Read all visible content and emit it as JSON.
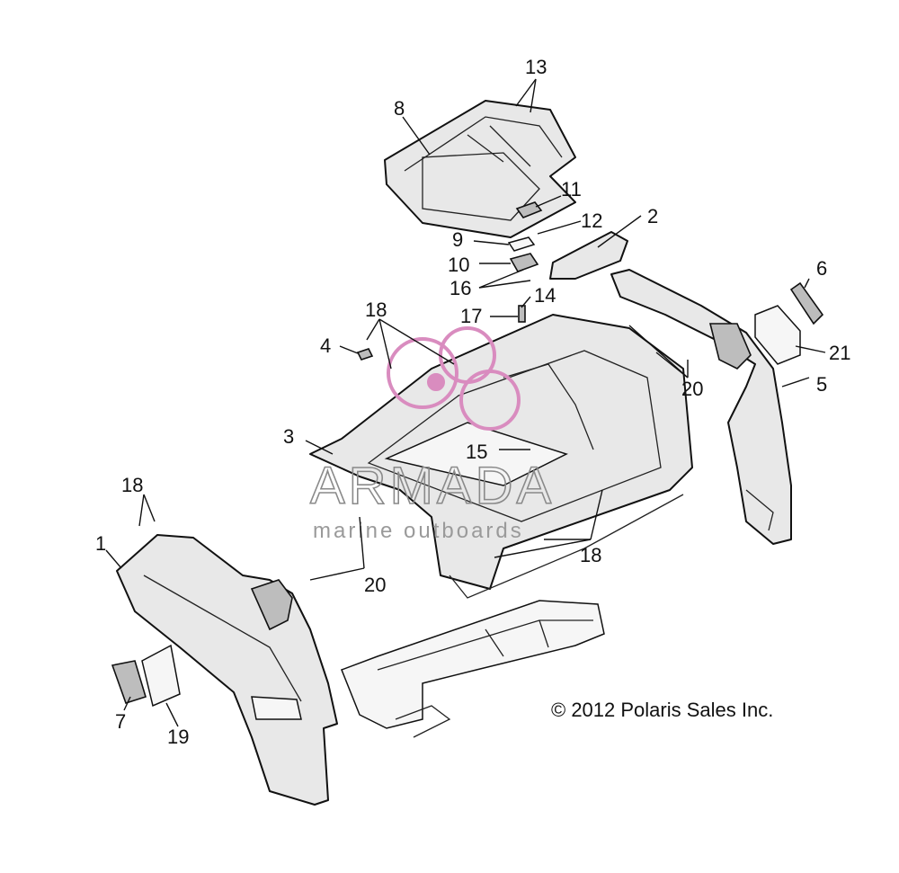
{
  "diagram": {
    "copyright": "© 2012 Polaris Sales Inc.",
    "watermark": {
      "brand": "ARMADA",
      "tagline": "marine outboards"
    },
    "callouts": [
      "1",
      "2",
      "3",
      "4",
      "5",
      "6",
      "7",
      "8",
      "9",
      "10",
      "11",
      "12",
      "13",
      "14",
      "15",
      "16",
      "17",
      "18",
      "18",
      "18",
      "19",
      "20",
      "20",
      "21"
    ]
  }
}
